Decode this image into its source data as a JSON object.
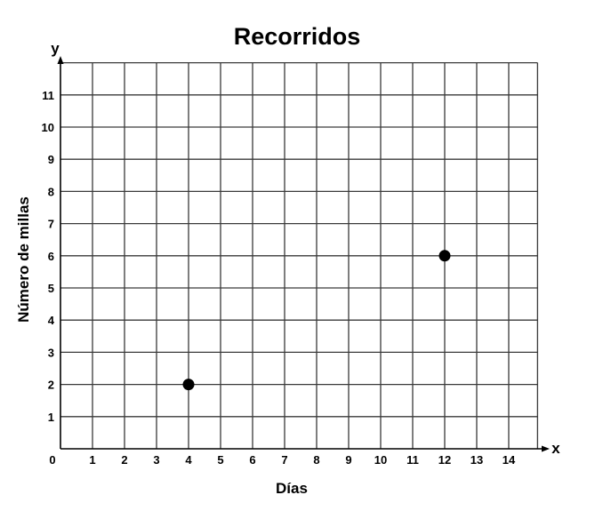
{
  "chart_data": {
    "type": "scatter",
    "title": "Recorridos",
    "xlabel": "Días",
    "ylabel": "Número de millas",
    "x_axis_letter": "x",
    "y_axis_letter": "y",
    "origin_label": "0",
    "xlim": [
      0,
      15
    ],
    "ylim": [
      0,
      12
    ],
    "x_ticks": [
      1,
      2,
      3,
      4,
      5,
      6,
      7,
      8,
      9,
      10,
      11,
      12,
      13,
      14
    ],
    "y_ticks": [
      1,
      2,
      3,
      4,
      5,
      6,
      7,
      8,
      9,
      10,
      11
    ],
    "grid": true,
    "points": [
      {
        "x": 4,
        "y": 2
      },
      {
        "x": 12,
        "y": 6
      }
    ]
  }
}
